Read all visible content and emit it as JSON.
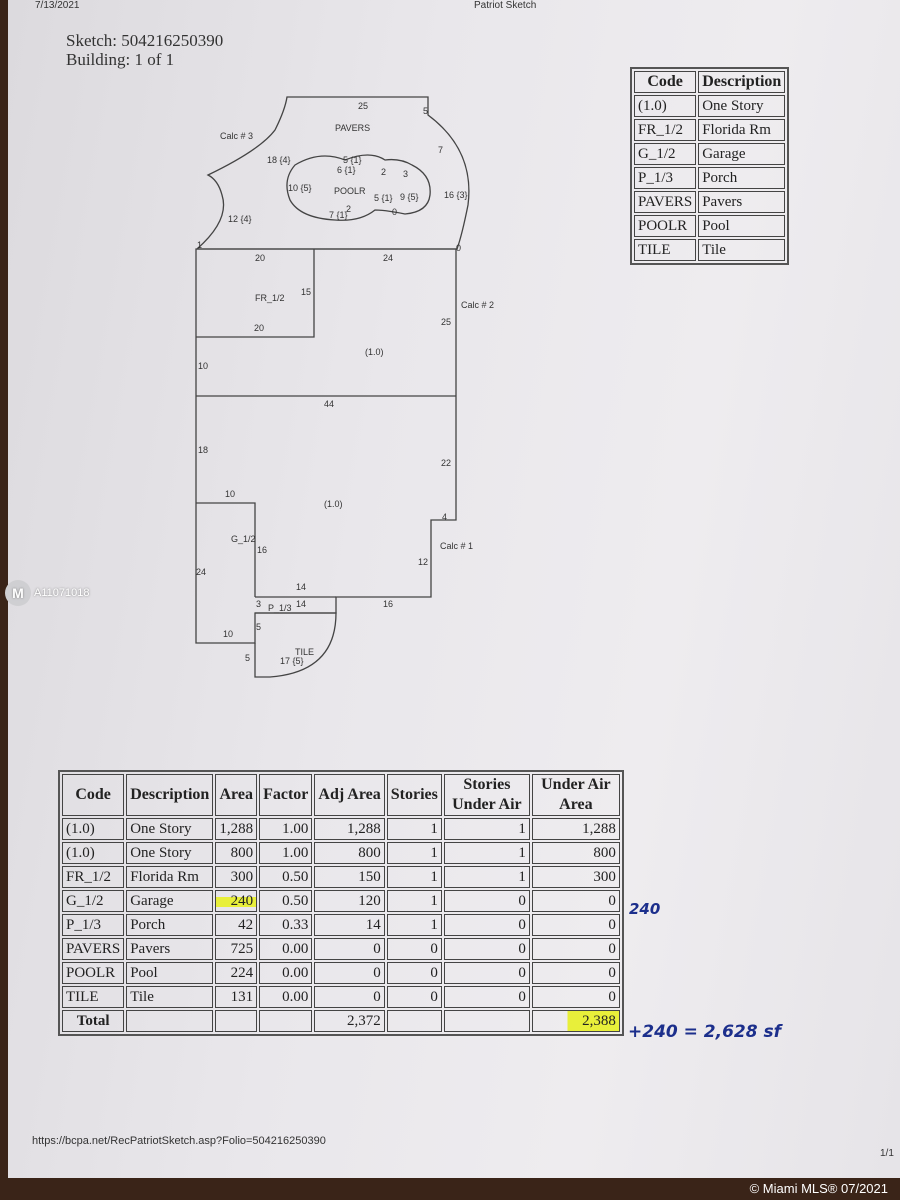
{
  "header": {
    "date": "7/13/2021",
    "title": "Patriot Sketch"
  },
  "sketch": {
    "id_line": "Sketch: 504216250390",
    "building_line": "Building: 1 of 1",
    "labels": [
      "25",
      "5",
      "PAVERS",
      "Calc # 3",
      "7",
      "18 {4}",
      "5 {1}",
      "6 {1}",
      "2",
      "3",
      "10 {5}",
      "POOLR",
      "5 {1}",
      "9 {5}",
      "16 {3}",
      "12 {4}",
      "7 {1}",
      "2",
      "0",
      "1",
      "0",
      "20",
      "24",
      "FR_1/2",
      "15",
      "20",
      "Calc # 2",
      "25",
      "(1.0)",
      "10",
      "44",
      "18",
      "22",
      "10",
      "(1.0)",
      "4",
      "G_1/2",
      "16",
      "Calc # 1",
      "12",
      "24",
      "14",
      "3",
      "P_1/3",
      "14",
      "16",
      "10",
      "5",
      "TILE",
      "5",
      "17 {5}"
    ]
  },
  "legend": {
    "headers": [
      "Code",
      "Description"
    ],
    "rows": [
      [
        "(1.0)",
        "One Story"
      ],
      [
        "FR_1/2",
        "Florida Rm"
      ],
      [
        "G_1/2",
        "Garage"
      ],
      [
        "P_1/3",
        "Porch"
      ],
      [
        "PAVERS",
        "Pavers"
      ],
      [
        "POOLR",
        "Pool"
      ],
      [
        "TILE",
        "Tile"
      ]
    ]
  },
  "area_table": {
    "headers": [
      "Code",
      "Description",
      "Area",
      "Factor",
      "Adj Area",
      "Stories",
      "Stories Under Air",
      "Under Air Area"
    ],
    "rows": [
      [
        "(1.0)",
        "One Story",
        "1,288",
        "1.00",
        "1,288",
        "1",
        "1",
        "1,288"
      ],
      [
        "(1.0)",
        "One Story",
        "800",
        "1.00",
        "800",
        "1",
        "1",
        "800"
      ],
      [
        "FR_1/2",
        "Florida Rm",
        "300",
        "0.50",
        "150",
        "1",
        "1",
        "300"
      ],
      [
        "G_1/2",
        "Garage",
        "240",
        "0.50",
        "120",
        "1",
        "0",
        "0"
      ],
      [
        "P_1/3",
        "Porch",
        "42",
        "0.33",
        "14",
        "1",
        "0",
        "0"
      ],
      [
        "PAVERS",
        "Pavers",
        "725",
        "0.00",
        "0",
        "0",
        "0",
        "0"
      ],
      [
        "POOLR",
        "Pool",
        "224",
        "0.00",
        "0",
        "0",
        "0",
        "0"
      ],
      [
        "TILE",
        "Tile",
        "131",
        "0.00",
        "0",
        "0",
        "0",
        "0"
      ]
    ],
    "total": {
      "label": "Total",
      "adj_area": "2,372",
      "under_air": "2,388"
    }
  },
  "handwritten": {
    "garage_note": "240",
    "total_note": "+240 = 2,628 sf"
  },
  "footer": {
    "url": "https://bcpa.net/RecPatriotSketch.asp?Folio=504216250390",
    "page": "1/1"
  },
  "watermark": {
    "listing_id": "A11071018",
    "credit": "© Miami MLS® 07/2021"
  },
  "colors": {
    "highlight": "#e8ef3a",
    "ink": "#1c2f8c"
  }
}
